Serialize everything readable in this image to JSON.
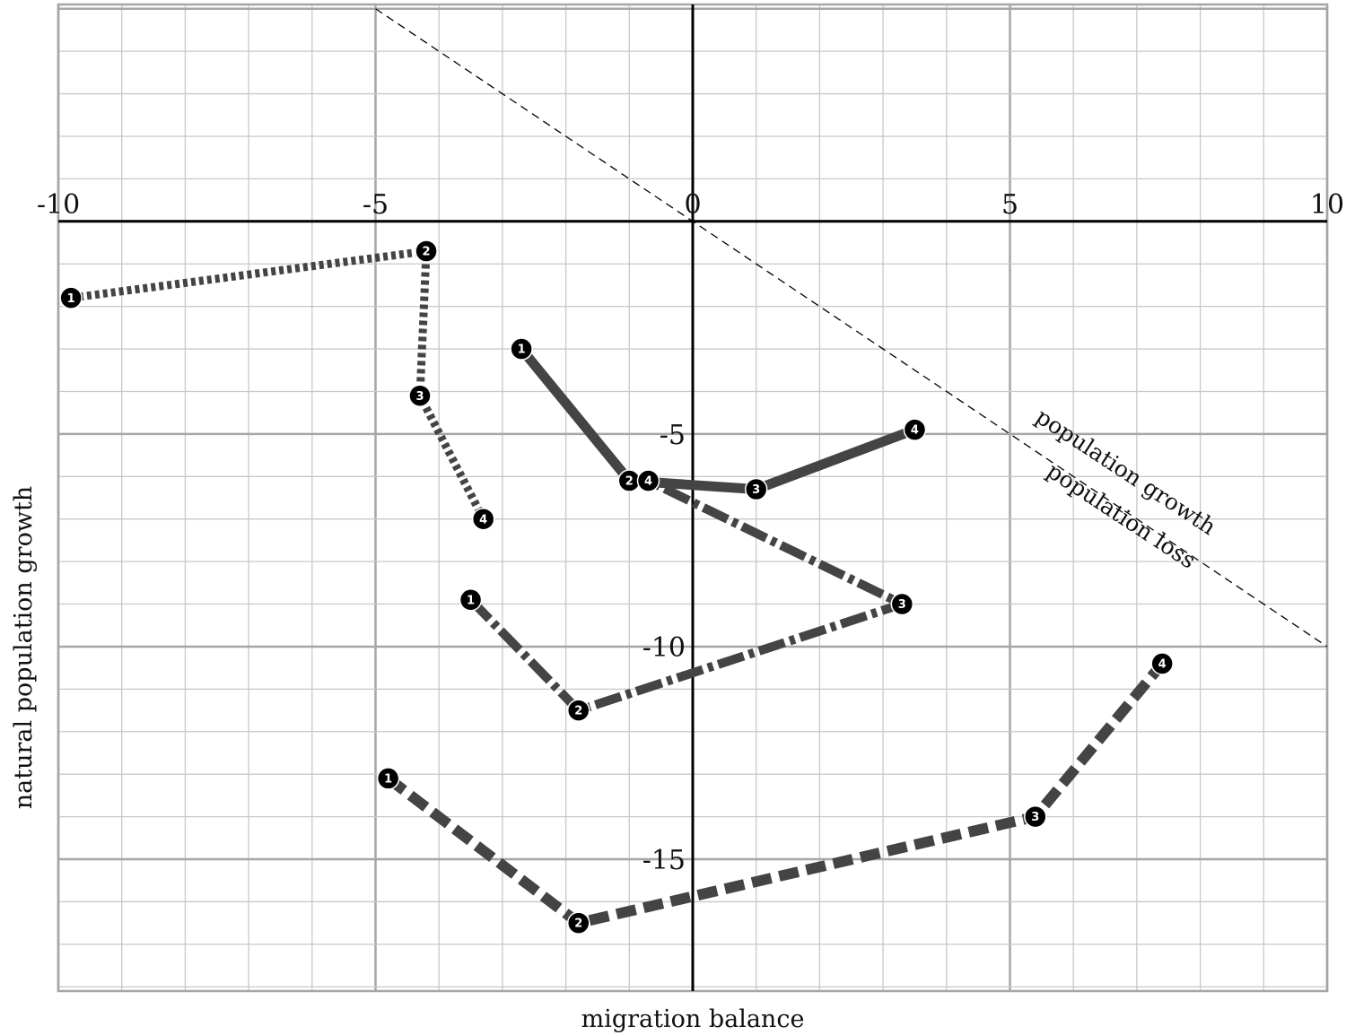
{
  "chart_data": {
    "type": "line",
    "xlabel": "migration balance",
    "ylabel": "natural population growth",
    "xlim": [
      -10,
      10
    ],
    "ylim": [
      -18.1,
      5.1
    ],
    "x_ticks": [
      -10,
      -5,
      0,
      5,
      10
    ],
    "y_ticks": [
      -5,
      -10,
      -15
    ],
    "grid": true,
    "minor_grid_step": 1,
    "colors": {
      "series": "#444444",
      "axis": "#000000",
      "grid_major": "#a6a6a6",
      "grid_minor": "#c8c8c8",
      "marker": "#000000"
    },
    "reference_line": {
      "points": [
        [
          -5,
          5
        ],
        [
          10,
          -10
        ]
      ],
      "style": "dashed"
    },
    "region_labels": {
      "above": "population growth",
      "below": "population loss"
    },
    "series": [
      {
        "style": "dotted",
        "points": [
          {
            "x": -9.8,
            "y": -1.8,
            "label": "1"
          },
          {
            "x": -4.2,
            "y": -0.7,
            "label": "2"
          },
          {
            "x": -4.3,
            "y": -4.1,
            "label": "3"
          },
          {
            "x": -3.3,
            "y": -7.0,
            "label": "4"
          }
        ]
      },
      {
        "style": "solid",
        "points": [
          {
            "x": -2.7,
            "y": -3.0,
            "label": "1"
          },
          {
            "x": -1.0,
            "y": -6.1,
            "label": "2"
          },
          {
            "x": 1.0,
            "y": -6.3,
            "label": "3"
          },
          {
            "x": 3.5,
            "y": -4.9,
            "label": "4"
          }
        ]
      },
      {
        "style": "dashdot",
        "points": [
          {
            "x": -3.5,
            "y": -8.9,
            "label": "1"
          },
          {
            "x": -1.8,
            "y": -11.5,
            "label": "2"
          },
          {
            "x": 3.3,
            "y": -9.0,
            "label": "3"
          },
          {
            "x": -0.7,
            "y": -6.1,
            "label": "4"
          }
        ]
      },
      {
        "style": "dashed",
        "points": [
          {
            "x": -4.8,
            "y": -13.1,
            "label": "1"
          },
          {
            "x": -1.8,
            "y": -16.5,
            "label": "2"
          },
          {
            "x": 5.4,
            "y": -14.0,
            "label": "3"
          },
          {
            "x": 7.4,
            "y": -10.4,
            "label": "4"
          }
        ]
      }
    ]
  }
}
